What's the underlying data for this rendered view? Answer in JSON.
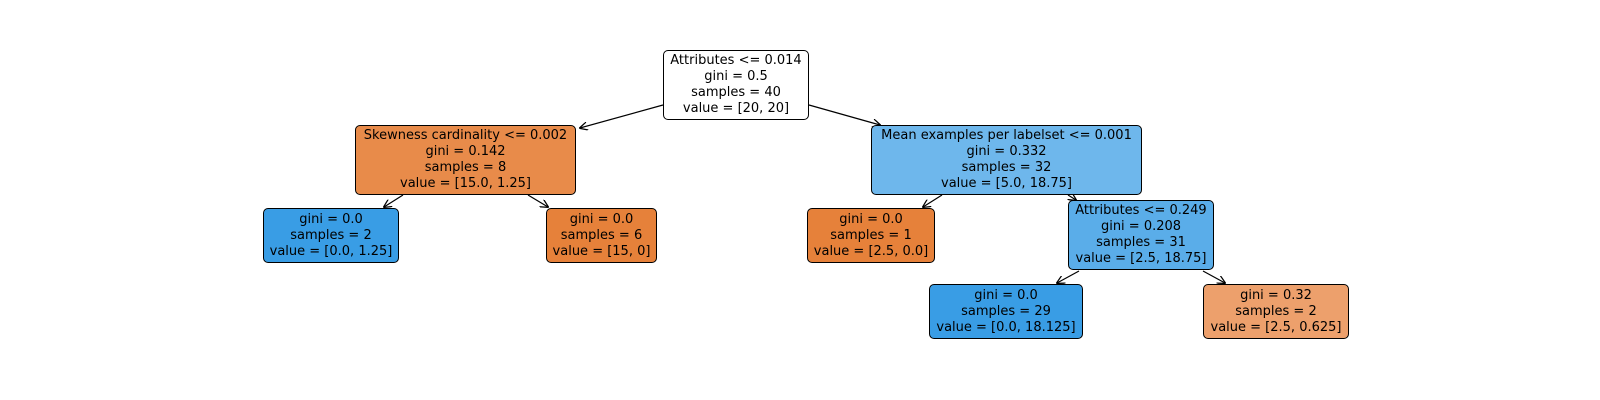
{
  "colors": {
    "white": "#ffffff",
    "orange_strong": "#e6813a",
    "orange_mid": "#e88b4a",
    "orange_light": "#eda06c",
    "blue_strong": "#399de5",
    "blue_light": "#6eb7ec",
    "edge": "#000000"
  },
  "tree": {
    "root": {
      "split": "Attributes <= 0.014",
      "gini": "gini = 0.5",
      "samples": "samples = 40",
      "value": "value = [20, 20]"
    },
    "left": {
      "split": "Skewness cardinality <= 0.002",
      "gini": "gini = 0.142",
      "samples": "samples = 8",
      "value": "value = [15.0, 1.25]"
    },
    "left_left": {
      "gini": "gini = 0.0",
      "samples": "samples = 2",
      "value": "value = [0.0, 1.25]"
    },
    "left_right": {
      "gini": "gini = 0.0",
      "samples": "samples = 6",
      "value": "value = [15, 0]"
    },
    "right": {
      "split": "Mean examples per labelset <= 0.001",
      "gini": "gini = 0.332",
      "samples": "samples = 32",
      "value": "value = [5.0, 18.75]"
    },
    "right_left": {
      "gini": "gini = 0.0",
      "samples": "samples = 1",
      "value": "value = [2.5, 0.0]"
    },
    "right_right": {
      "split": "Attributes <= 0.249",
      "gini": "gini = 0.208",
      "samples": "samples = 31",
      "value": "value = [2.5, 18.75]"
    },
    "rr_left": {
      "gini": "gini = 0.0",
      "samples": "samples = 29",
      "value": "value = [0.0, 18.125]"
    },
    "rr_right": {
      "gini": "gini = 0.32",
      "samples": "samples = 2",
      "value": "value = [2.5, 0.625]"
    }
  }
}
